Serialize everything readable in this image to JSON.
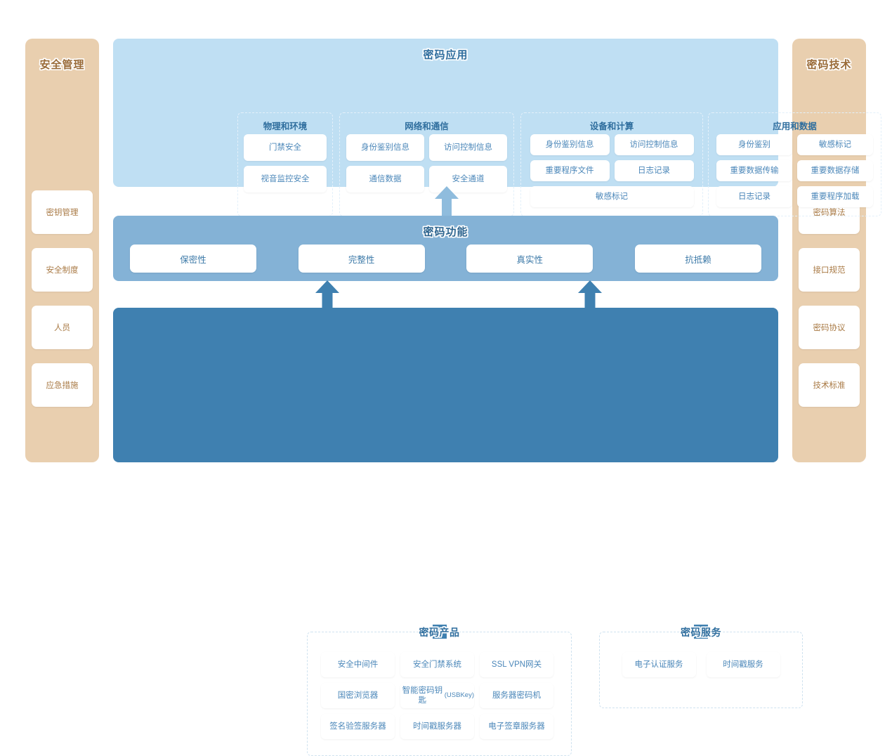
{
  "colors": {
    "sidebar_bg": "#e9cfaf",
    "sidebar_text": "#a97a45",
    "sidebar_title": "#9a6b38",
    "app_layer_bg": "#bfdff3",
    "function_layer_bg": "#84b2d6",
    "product_layer_bg": "#3f80b0",
    "chip_bg": "#ffffff",
    "chip_text": "#4b87b9",
    "group_title": "#2f6e9e",
    "arrow_light": "#8fbcdd",
    "arrow_dark": "#3f80b0"
  },
  "left_sidebar": {
    "title": "安全管理",
    "items": [
      {
        "label": "密钥管理"
      },
      {
        "label": "安全制度"
      },
      {
        "label": "人员"
      },
      {
        "label": "应急措施"
      }
    ]
  },
  "right_sidebar": {
    "title": "密码技术",
    "items": [
      {
        "label": "密码算法"
      },
      {
        "label": "接口规范"
      },
      {
        "label": "密码协议"
      },
      {
        "label": "技术标准"
      }
    ]
  },
  "application_layer": {
    "title": "密码应用",
    "groups": [
      {
        "title": "物理和环境",
        "items": [
          {
            "label": "门禁安全"
          },
          {
            "label": "视音监控安全"
          }
        ]
      },
      {
        "title": "网络和通信",
        "items": [
          {
            "label": "身份鉴别信息"
          },
          {
            "label": "访问控制信息"
          },
          {
            "label": "通信数据"
          },
          {
            "label": "安全通道"
          }
        ]
      },
      {
        "title": "设备和计算",
        "items": [
          {
            "label": "身份鉴别信息"
          },
          {
            "label": "访问控制信息"
          },
          {
            "label": "重要程序文件"
          },
          {
            "label": "日志记录"
          },
          {
            "label": "敏感标记",
            "wide": true
          }
        ]
      },
      {
        "title": "应用和数据",
        "items": [
          {
            "label": "身份鉴别"
          },
          {
            "label": "敏感标记"
          },
          {
            "label": "重要数据传输"
          },
          {
            "label": "重要数据存储"
          },
          {
            "label": "日志记录"
          },
          {
            "label": "重要程序加载"
          }
        ]
      }
    ]
  },
  "function_layer": {
    "title": "密码功能",
    "items": [
      {
        "label": "保密性"
      },
      {
        "label": "完整性"
      },
      {
        "label": "真实性"
      },
      {
        "label": "抗抵赖"
      }
    ]
  },
  "product_layer": {
    "groups": [
      {
        "title": "密码产品",
        "items": [
          {
            "label": "安全中间件"
          },
          {
            "label": "安全门禁系统"
          },
          {
            "label": "SSL VPN网关"
          },
          {
            "label": "国密浏览器"
          },
          {
            "label": "智能密码钥匙",
            "sub": "(USBKey)"
          },
          {
            "label": "服务器密码机"
          },
          {
            "label": "签名验签服务器"
          },
          {
            "label": "时间戳服务器"
          },
          {
            "label": "电子签章服务器"
          }
        ]
      },
      {
        "title": "密码服务",
        "items": [
          {
            "label": "电子认证服务"
          },
          {
            "label": "时间戳服务"
          }
        ]
      }
    ]
  },
  "arrows": [
    {
      "name": "application-uparrow",
      "from": "密码功能",
      "to": "密码应用"
    },
    {
      "name": "product-uparrow-left",
      "from": "密码产品",
      "to": "密码功能"
    },
    {
      "name": "product-uparrow-right",
      "from": "密码服务",
      "to": "密码功能"
    }
  ]
}
